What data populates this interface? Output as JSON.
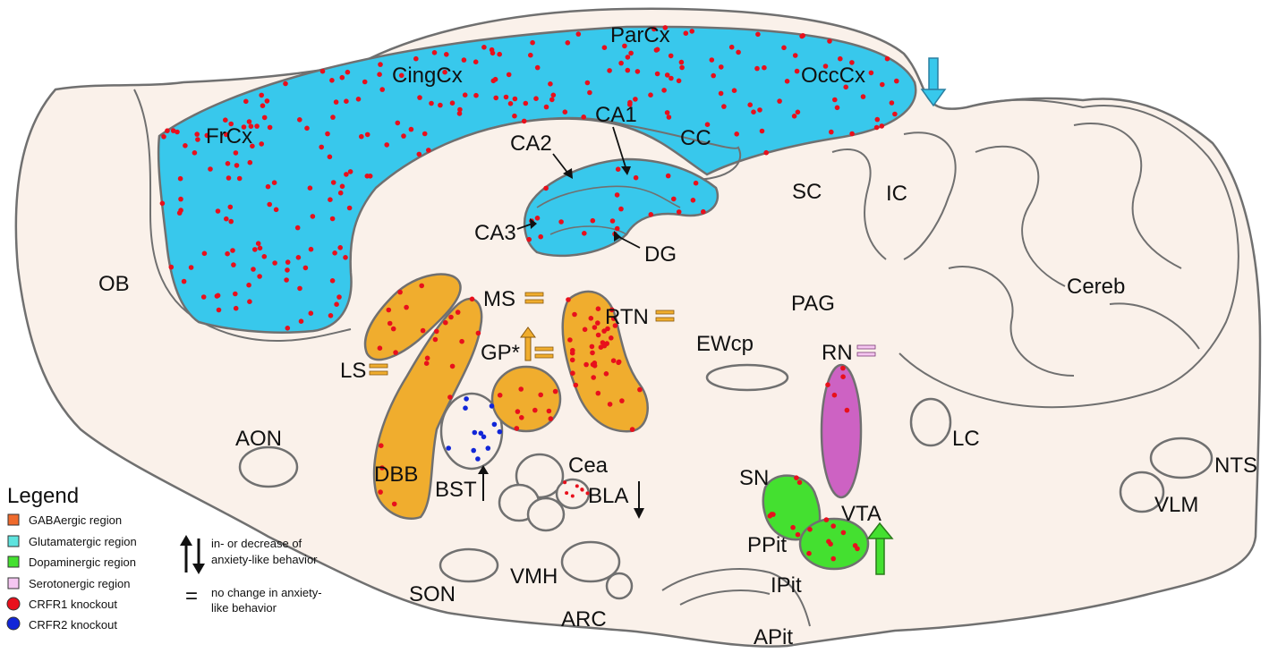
{
  "colors": {
    "background": "#faf1ea",
    "outline": "#707070",
    "glutamatergic": "#38c8ec",
    "gabaergic": "#f0ad2e",
    "dopaminergic": "#44e030",
    "serotonergic": "#cd62c3",
    "crfr1_dot": "#e8101c",
    "crfr2_dot": "#1126d8",
    "legend_gaba": "#ef6a2c",
    "legend_glu": "#5ee3de",
    "legend_dopa": "#44e030",
    "legend_sero": "#f5c6f1"
  },
  "labels": {
    "ob": "OB",
    "aon": "AON",
    "frcx": "FrCx",
    "cingcx": "CingCx",
    "parcx": "ParCx",
    "occcx": "OccCx",
    "ca1": "CA1",
    "ca2": "CA2",
    "ca3": "CA3",
    "cc": "CC",
    "dg": "DG",
    "sc": "SC",
    "ic": "IC",
    "cereb": "Cereb",
    "pag": "PAG",
    "ms": "MS",
    "rtn": "RTN",
    "gp": "GP*",
    "ls": "LS",
    "ewcp": "EWcp",
    "rn": "RN",
    "lc": "LC",
    "nts": "NTS",
    "vlm": "VLM",
    "dbb": "DBB",
    "bst": "BST",
    "cea": "Cea",
    "bla": "BLA",
    "sn": "SN",
    "vta": "VTA",
    "ppit": "PPit",
    "ipit": "IPit",
    "apit": "APit",
    "son": "SON",
    "vmh": "VMH",
    "arc": "ARC"
  },
  "legend": {
    "title": "Legend",
    "items": [
      {
        "label": "GABAergic region",
        "swatch": "square",
        "color": "#ef6a2c"
      },
      {
        "label": "Glutamatergic region",
        "swatch": "square",
        "color": "#5ee3de"
      },
      {
        "label": "Dopaminergic region",
        "swatch": "square",
        "color": "#44e030"
      },
      {
        "label": "Serotonergic region",
        "swatch": "square",
        "color": "#f5c6f1"
      },
      {
        "label": "CRFR1 knockout",
        "swatch": "circle",
        "color": "#e8101c"
      },
      {
        "label": "CRFR2 knockout",
        "swatch": "circle",
        "color": "#1126d8"
      }
    ],
    "arrow_line1": "in- or decrease of",
    "arrow_line2": "anxiety-like behavior",
    "equal_line1": "no change in anxiety-",
    "equal_line2": "like behavior",
    "equal_symbol": "="
  }
}
